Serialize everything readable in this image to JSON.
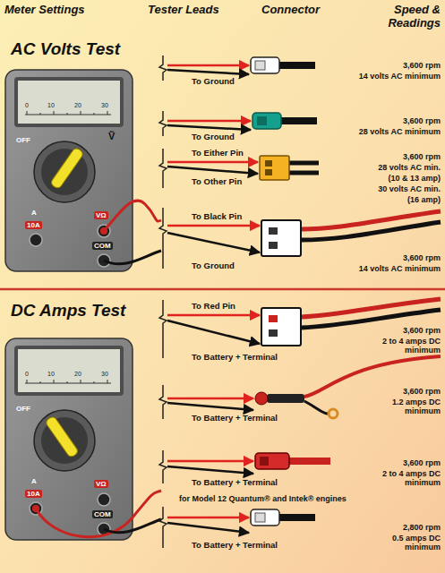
{
  "diagram": {
    "labels": [
      "Meter Settings",
      "Tester Leads",
      "Connector",
      "Speed & Readings",
      "AC Volts Test",
      "0",
      "10",
      "20",
      "30",
      "OFF",
      "Ṽ",
      "A",
      "10A",
      "VΩ",
      "COM",
      "To Ground",
      "3,600 rpm",
      "14 volts AC minimum",
      "To Ground",
      "3,600 rpm",
      "28 volts AC minimum",
      "To Either Pin",
      "3,600 rpm",
      "28 volts AC min.",
      "(10 & 13 amp)",
      "To Other Pin",
      "30 volts AC min.",
      "(16 amp)",
      "To Black Pin",
      "3,600 rpm",
      "To Ground",
      "14 volts AC minimum",
      "DC Amps Test",
      "0",
      "10",
      "20",
      "30",
      "OFF",
      "A",
      "10A",
      "VΩ",
      "COM",
      "To Red Pin",
      "To Battery + Terminal",
      "3,600 rpm",
      "2 to 4 amps DC minimum",
      "To Battery + Terminal",
      "3,600 rpm",
      "1.2 amps DC minimum",
      "To Battery + Terminal",
      "3,600 rpm",
      "2 to 4 amps DC minimum",
      "for Model 12 Quantum® and Intek® engines",
      "To Battery + Terminal",
      "2,800 rpm",
      "0.5 amps DC minimum"
    ]
  }
}
